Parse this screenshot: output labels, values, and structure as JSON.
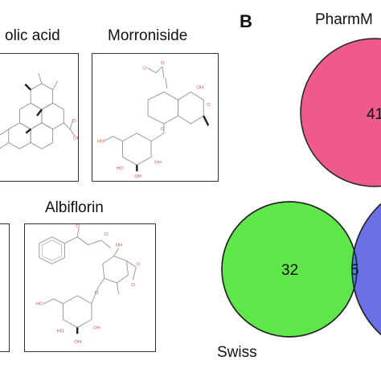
{
  "panel_a": {
    "compounds": [
      {
        "name": "olic acid"
      },
      {
        "name": "Morroniside"
      },
      {
        "name": "Albiflorin"
      }
    ]
  },
  "panel_b": {
    "letter": "B",
    "sets": [
      {
        "name": "PharmM",
        "value": "41",
        "color": "#ee5b8a"
      },
      {
        "name": "Swiss",
        "value": "32",
        "color": "#5fe64b"
      },
      {
        "name": "",
        "value": "",
        "color": "#6b70e6"
      }
    ],
    "intersection_value": "5",
    "intersection_color": "#3f89e3"
  },
  "colors": {
    "bond": "#9a9a9a",
    "heteroatom": "#d9534f",
    "box_border": "#333333"
  }
}
